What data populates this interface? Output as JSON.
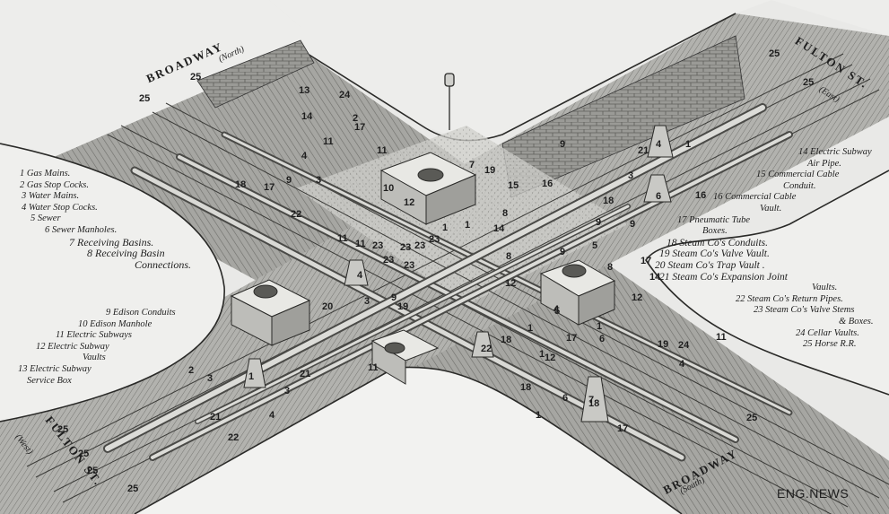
{
  "streets": {
    "broadway_north": {
      "name": "BROADWAY",
      "direction": "(North)"
    },
    "broadway_south": {
      "name": "BROADWAY",
      "direction": "(South)"
    },
    "fulton_east": {
      "name": "FULTON ST.",
      "direction": "(East)"
    },
    "fulton_west": {
      "name": "FULTON ST.",
      "direction": "(West)"
    }
  },
  "legend_left_upper": [
    "1 Gas Mains.",
    "2 Gas Stop Cocks.",
    "3 Water Mains.",
    "4 Water Stop Cocks.",
    "5 Sewer",
    "6 Sewer Manholes.",
    "7 Receiving Basins.",
    "8 Receiving Basin",
    "Connections."
  ],
  "legend_left_lower": [
    "9 Edison Conduits",
    "10 Edison Manhole",
    "11 Electric Subways",
    "12 Electric Subway",
    "Vaults",
    "13 Electric Subway",
    "Service Box"
  ],
  "legend_right": [
    "14 Electric Subway",
    "Air Pipe.",
    "15 Commercial Cable",
    "Conduit.",
    "16 Commercial Cable",
    "Vault.",
    "17 Pneumatic Tube",
    "Boxes.",
    "18 Steam Co's Conduits.",
    "19 Steam Co's Valve Vault.",
    "20 Steam Co's Trap Vault .",
    "21 Steam Co's Expansion Joint",
    "Vaults.",
    "22 Steam Co's Return Pipes.",
    "23 Steam Co's Valve Stems",
    "& Boxes.",
    "24 Cellar Vaults.",
    "25 Horse R.R."
  ],
  "number_labels": [
    "25",
    "25",
    "25",
    "25",
    "13",
    "24",
    "14",
    "2",
    "17",
    "11",
    "11",
    "9",
    "9",
    "7",
    "4",
    "11",
    "19",
    "18",
    "17",
    "3",
    "22",
    "12",
    "10",
    "16",
    "15",
    "21",
    "4",
    "1",
    "3",
    "18",
    "6",
    "14",
    "16",
    "9",
    "9",
    "8",
    "8",
    "23",
    "23",
    "23",
    "23",
    "23",
    "23",
    "1",
    "1",
    "5",
    "11",
    "4",
    "20",
    "9",
    "3",
    "19",
    "8",
    "17",
    "9",
    "12",
    "4",
    "1",
    "1",
    "17",
    "12",
    "5",
    "1",
    "6",
    "7",
    "14",
    "19",
    "24",
    "11",
    "4",
    "22",
    "18",
    "12",
    "11",
    "2",
    "21",
    "3",
    "18",
    "4",
    "1",
    "3",
    "21",
    "1",
    "6",
    "18",
    "17",
    "22",
    "25",
    "25",
    "25",
    "25",
    "25"
  ],
  "credit": "ENG.NEWS",
  "colors": {
    "paper": "#e9e9e7",
    "ink": "#1e1e1e",
    "road": "#a9a9a5",
    "roadDark": "#7a7a76",
    "pavement": "#c7c7c3"
  }
}
